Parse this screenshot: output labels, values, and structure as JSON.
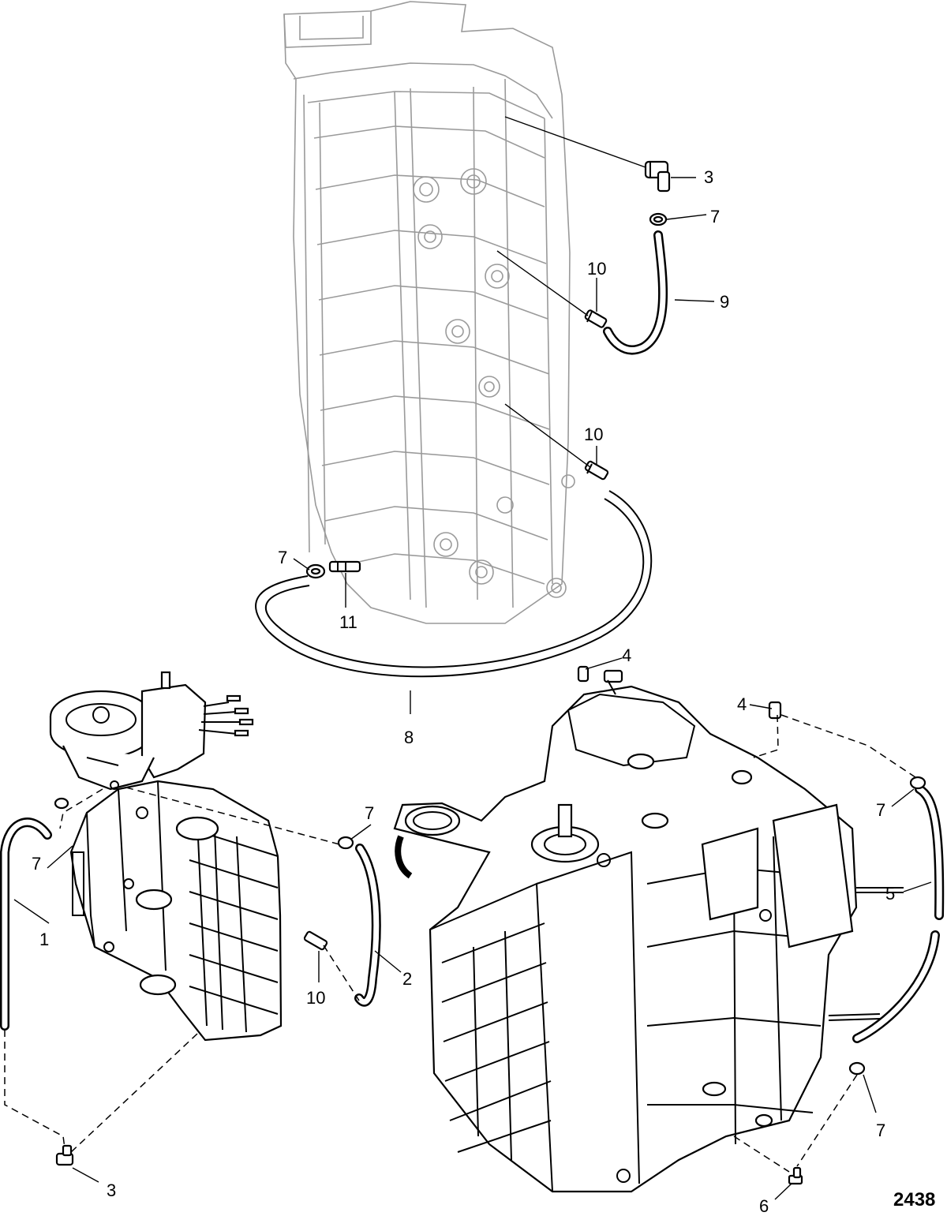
{
  "figure_number": "2438",
  "callouts": {
    "c3_top": "3",
    "c7_top": "7",
    "c10_upper": "10",
    "c9": "9",
    "c10_mid": "10",
    "c7_left": "7",
    "c11": "11",
    "c8": "8",
    "c4_a": "4",
    "c4_b": "4",
    "c7_mid": "7",
    "c7_far_left": "7",
    "c1": "1",
    "c2": "2",
    "c10_lower": "10",
    "c7_right": "7",
    "c5": "5",
    "c7_bottom_right": "7",
    "c6": "6",
    "c3_bottom": "3"
  }
}
